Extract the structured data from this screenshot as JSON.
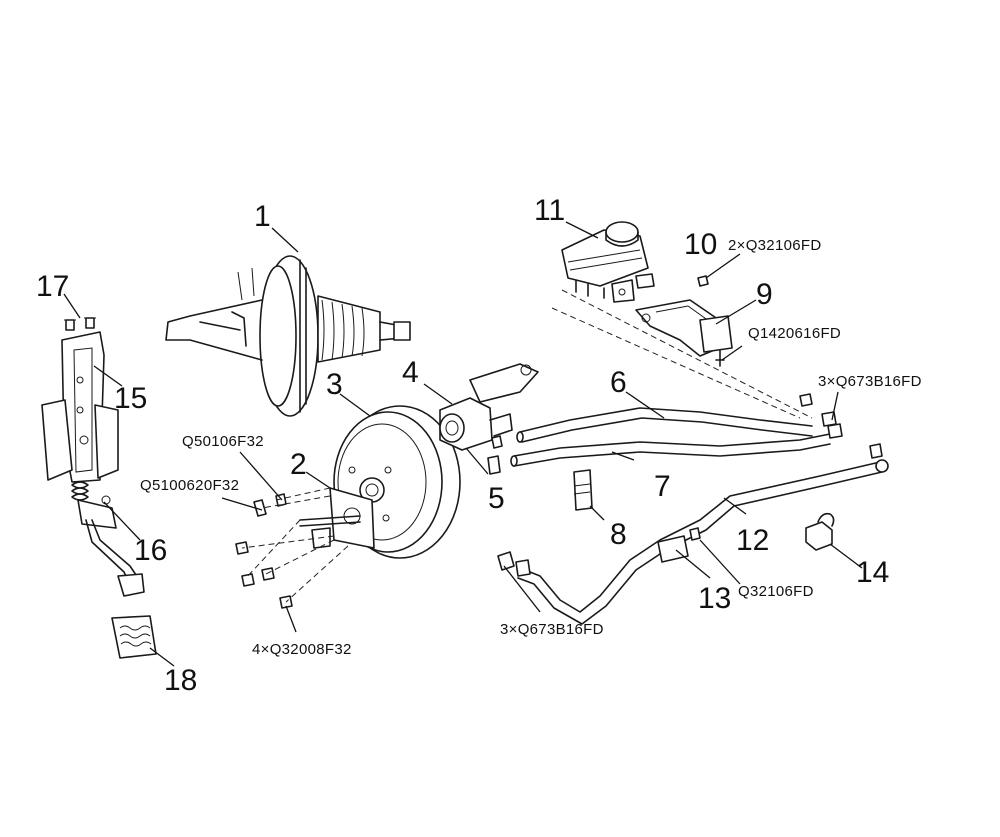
{
  "callouts": {
    "n1": "1",
    "n2": "2",
    "n3": "3",
    "n4": "4",
    "n5": "5",
    "n6": "6",
    "n7": "7",
    "n8": "8",
    "n9": "9",
    "n10": "10",
    "n11": "11",
    "n12": "12",
    "n13": "13",
    "n14": "14",
    "n15": "15",
    "n16": "16",
    "n17": "17",
    "n18": "18"
  },
  "codes": {
    "c_10": "2×Q32106FD",
    "c_9": "Q1420616FD",
    "c_6": "3×Q673B16FD",
    "c_q50": "Q50106F32",
    "c_q51": "Q5100620F32",
    "c_4x": "4×Q32008F32",
    "c_3x_bottom": "3×Q673B16FD",
    "c_13": "Q32106FD"
  }
}
